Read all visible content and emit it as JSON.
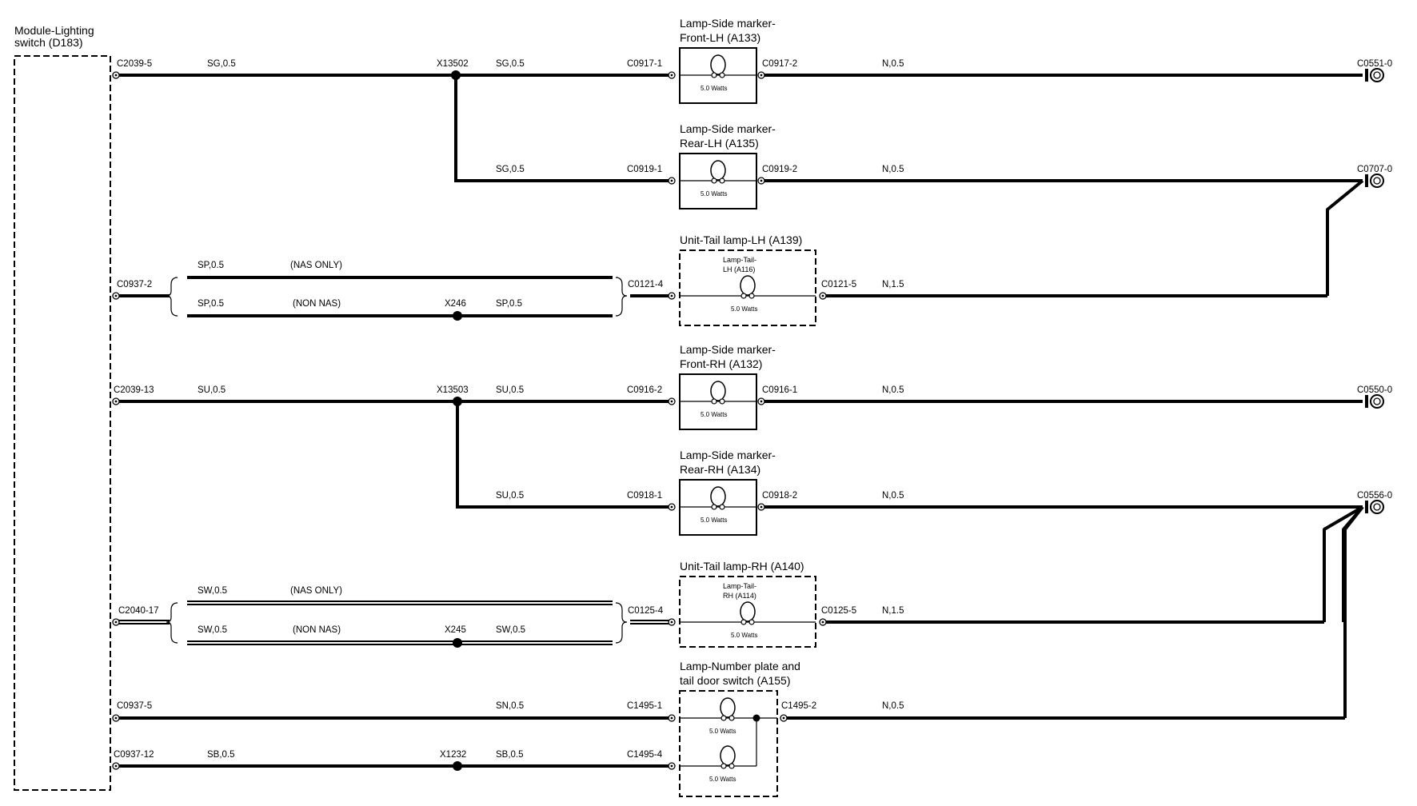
{
  "module": {
    "title_line1": "Module-Lighting",
    "title_line2": "switch (D183)"
  },
  "components": {
    "a133": {
      "line1": "Lamp-Side marker-",
      "line2": "Front-LH (A133)",
      "watts": "5.0 Watts"
    },
    "a135": {
      "line1": "Lamp-Side marker-",
      "line2": "Rear-LH (A135)",
      "watts": "5.0 Watts"
    },
    "a139": {
      "title": "Unit-Tail lamp-LH (A139)",
      "inner1": "Lamp-Tail-",
      "inner2": "LH (A116)",
      "watts": "5.0 Watts"
    },
    "a132": {
      "line1": "Lamp-Side marker-",
      "line2": "Front-RH (A132)",
      "watts": "5.0 Watts"
    },
    "a134": {
      "line1": "Lamp-Side marker-",
      "line2": "Rear-RH (A134)",
      "watts": "5.0 Watts"
    },
    "a140": {
      "title": "Unit-Tail lamp-RH (A140)",
      "inner1": "Lamp-Tail-",
      "inner2": "RH (A114)",
      "watts": "5.0 Watts"
    },
    "a155": {
      "line1": "Lamp-Number plate and",
      "line2": "tail door switch (A155)",
      "watts1": "5.0 Watts",
      "watts2": "5.0 Watts"
    }
  },
  "connectors": {
    "c2039_5": "C2039-5",
    "c2039_13": "C2039-13",
    "c0937_2": "C0937-2",
    "c2040_17": "C2040-17",
    "c0937_5": "C0937-5",
    "c0937_12": "C0937-12",
    "c0917_1": "C0917-1",
    "c0917_2": "C0917-2",
    "c0919_1": "C0919-1",
    "c0919_2": "C0919-2",
    "c0121_4": "C0121-4",
    "c0121_5": "C0121-5",
    "c0916_2": "C0916-2",
    "c0916_1": "C0916-1",
    "c0918_1": "C0918-1",
    "c0918_2": "C0918-2",
    "c0125_4": "C0125-4",
    "c0125_5": "C0125-5",
    "c1495_1": "C1495-1",
    "c1495_2": "C1495-2",
    "c1495_4": "C1495-4"
  },
  "grounds": {
    "g0551": "C0551-0",
    "g0707": "C0707-0",
    "g0550": "C0550-0",
    "g0556": "C0556-0"
  },
  "splices": {
    "x13502": "X13502",
    "x246": "X246",
    "x13503": "X13503",
    "x245": "X245",
    "x1232": "X1232"
  },
  "wires": {
    "sg1": "SG,0.5",
    "sg2": "SG,0.5",
    "sg3": "SG,0.5",
    "n1": "N,0.5",
    "n2": "N,0.5",
    "sp_nas": "SP,0.5",
    "sp_non": "SP,0.5",
    "sp_after": "SP,0.5",
    "n15_lh": "N,1.5",
    "su1": "SU,0.5",
    "su2": "SU,0.5",
    "su3": "SU,0.5",
    "n3": "N,0.5",
    "n4": "N,0.5",
    "sw_nas": "SW,0.5",
    "sw_non": "SW,0.5",
    "sw_after": "SW,0.5",
    "n15_rh": "N,1.5",
    "sn": "SN,0.5",
    "n5": "N,0.5",
    "sb1": "SB,0.5",
    "sb2": "SB,0.5"
  },
  "notes": {
    "nas1": "(NAS ONLY)",
    "non1": "(NON NAS)",
    "nas2": "(NAS ONLY)",
    "non2": "(NON NAS)"
  }
}
